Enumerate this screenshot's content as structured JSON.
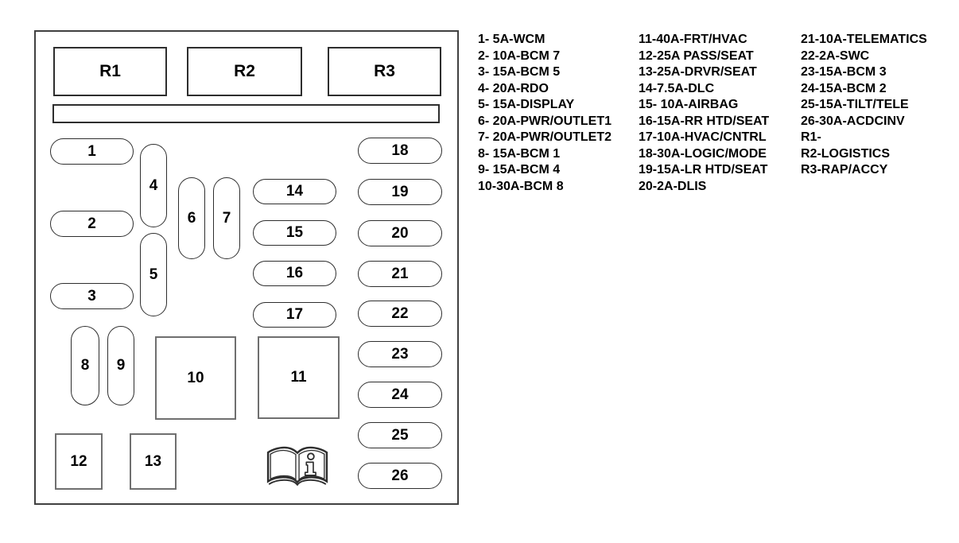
{
  "fusebox": {
    "relay_labels": [
      "R1",
      "R2",
      "R3"
    ],
    "fuse_labels": [
      "1",
      "2",
      "3",
      "4",
      "5",
      "6",
      "7",
      "8",
      "9",
      "10",
      "11",
      "12",
      "13",
      "14",
      "15",
      "16",
      "17",
      "18",
      "19",
      "20",
      "21",
      "22",
      "23",
      "24",
      "25",
      "26"
    ],
    "icons": {
      "manual": "owners-manual-book-info-icon"
    }
  },
  "legend": {
    "col1": [
      "1- 5A-WCM",
      "2- 10A-BCM 7",
      "3- 15A-BCM 5",
      "4- 20A-RDO",
      "5- 15A-DISPLAY",
      "6- 20A-PWR/OUTLET1",
      "7- 20A-PWR/OUTLET2",
      "8- 15A-BCM 1",
      "9- 15A-BCM 4",
      "10-30A-BCM 8"
    ],
    "col2": [
      "11-40A-FRT/HVAC",
      "12-25A PASS/SEAT",
      "13-25A-DRVR/SEAT",
      "14-7.5A-DLC",
      "15- 10A-AIRBAG",
      "16-15A-RR HTD/SEAT",
      "17-10A-HVAC/CNTRL",
      "18-30A-LOGIC/MODE",
      "19-15A-LR HTD/SEAT",
      "20-2A-DLIS"
    ],
    "col3": [
      "21-10A-TELEMATICS",
      "22-2A-SWC",
      "23-15A-BCM 3",
      "24-15A-BCM 2",
      "25-15A-TILT/TELE",
      "26-30A-ACDCINV",
      "R1-",
      "R2-LOGISTICS",
      "R3-RAP/ACCY"
    ]
  },
  "colors": {
    "line": "#2e2e2e",
    "block_line": "#6f6f6f",
    "background": "#ffffff",
    "text": "#000000"
  }
}
